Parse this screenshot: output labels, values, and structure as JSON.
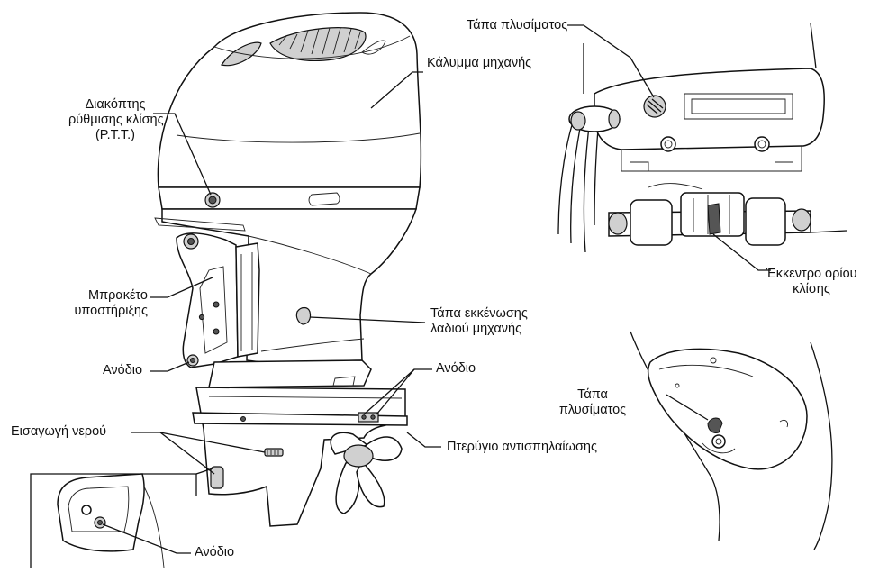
{
  "labels": {
    "ptt_switch": [
      "Διακόπτης",
      "ρύθμισης κλίσης",
      "(P.T.T.)"
    ],
    "engine_cover": "Κάλυμμα μηχανής",
    "flush_plug_top": "Τάπα πλυσίματος",
    "trim_cam": [
      "Έκκεντρο ορίου",
      "κλίσης"
    ],
    "support_bracket": [
      "Μπρακέτο",
      "υποστήριξης"
    ],
    "oil_drain_plug": [
      "Τάπα εκκένωσης",
      "λαδιού μηχανής"
    ],
    "anode_left": "Ανόδιο",
    "anode_right": "Ανόδιο",
    "water_intake": "Εισαγωγή νερού",
    "anti_cavitation_plate": "Πτερύγιο αντισπηλαίωσης",
    "flush_plug_inset": [
      "Τάπα",
      "πλυσίματος"
    ],
    "anode_inset": "Ανόδιο"
  }
}
